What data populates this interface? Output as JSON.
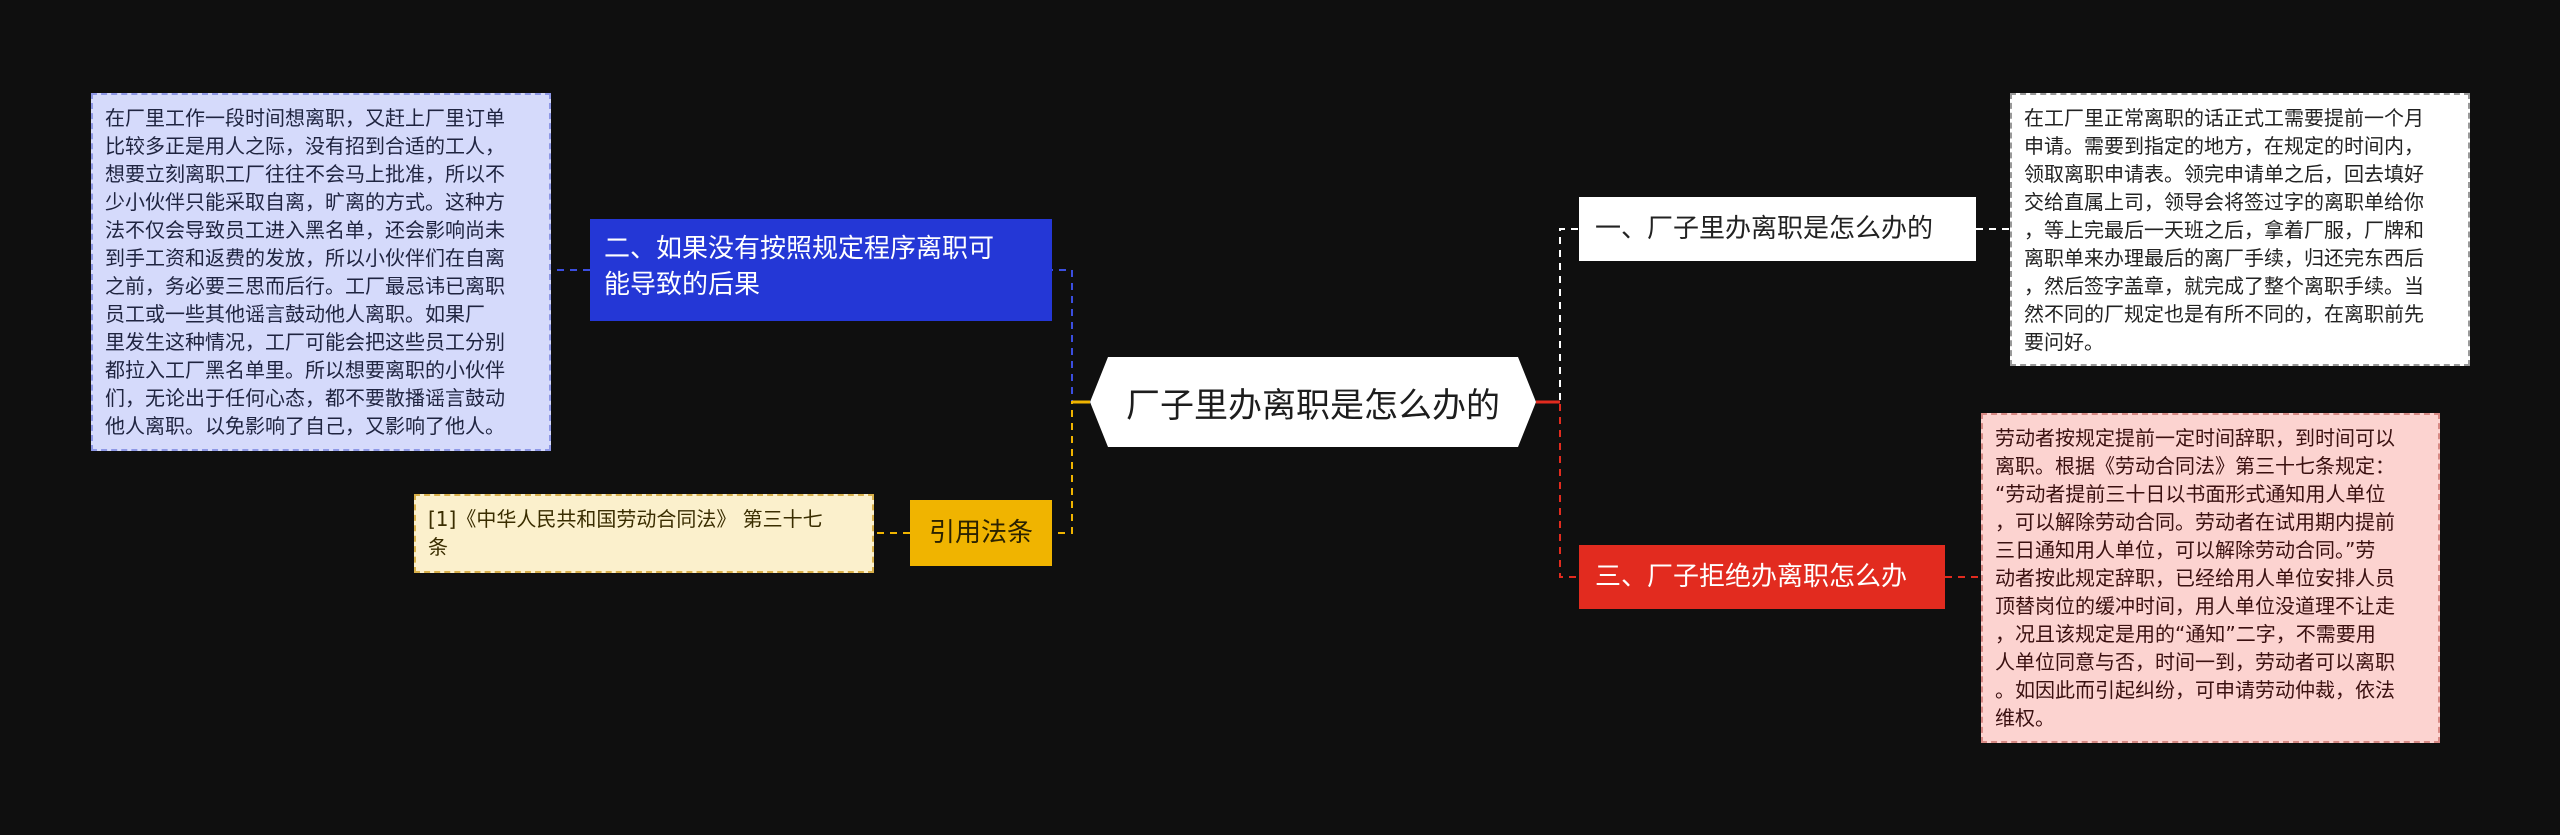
{
  "root": {
    "label": "厂子里办离职是怎么办的"
  },
  "branches": {
    "b1": {
      "label": "一、厂子里办离职是怎么办的",
      "color": "#ffffff"
    },
    "b2": {
      "label": "二、如果没有按照规定程序离职可\n能导致的后果",
      "color": "#2437d6"
    },
    "b3": {
      "label": "引用法条",
      "color": "#f0b400"
    },
    "b4": {
      "label": "三、厂子拒绝办离职怎么办",
      "color": "#e22b1f"
    }
  },
  "leaves": {
    "l1": {
      "text": "在工厂里正常离职的话正式工需要提前一个月\n申请。需要到指定的地方，在规定的时间内，\n领取离职申请表。领完申请单之后，回去填好\n交给直属上司，领导会将签过字的离职单给你\n，等上完最后一天班之后，拿着厂服，厂牌和\n离职单来办理最后的离厂手续，归还完东西后\n，然后签字盖章，就完成了整个离职手续。当\n然不同的厂规定也是有所不同的，在离职前先\n要问好。"
    },
    "l2": {
      "text": "在厂里工作一段时间想离职，又赶上厂里订单\n比较多正是用人之际，没有招到合适的工人，\n想要立刻离职工厂往往不会马上批准，所以不\n少小伙伴只能采取自离，旷离的方式。这种方\n法不仅会导致员工进入黑名单，还会影响尚未\n到手工资和返费的发放，所以小伙伴们在自离\n之前，务必要三思而后行。工厂最忌讳已离职\n员工或一些其他谣言鼓动他人离职。如果厂\n里发生这种情况，工厂可能会把这些员工分别\n都拉入工厂黑名单里。所以想要离职的小伙伴\n们，无论出于任何心态，都不要散播谣言鼓动\n他人离职。以免影响了自己，又影响了他人。"
    },
    "l3": {
      "text": "[1]《中华人民共和国劳动合同法》 第三十七\n条"
    },
    "l4": {
      "text": "劳动者按规定提前一定时间辞职，到时间可以\n离职。根据《劳动合同法》第三十七条规定：\n“劳动者提前三十日以书面形式通知用人单位\n，可以解除劳动合同。劳动者在试用期内提前\n三日通知用人单位，可以解除劳动合同。”劳\n动者按此规定辞职，已经给用人单位安排人员\n顶替岗位的缓冲时间，用人单位没道理不让走\n，况且该规定是用的“通知”二字，不需要用\n人单位同意与否，时间一到，劳动者可以离职\n。如因此而引起纠纷，可申请劳动仲裁，依法\n维权。"
    }
  }
}
